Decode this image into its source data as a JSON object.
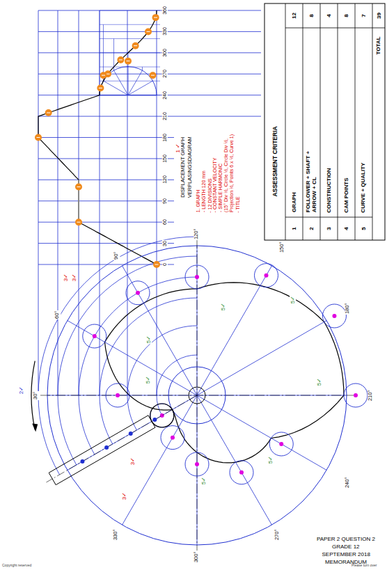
{
  "diagram": {
    "labels": [
      "ASSESSMENT CRITERIA",
      "1",
      "GRAPH",
      "12",
      "2",
      "FOLLOWER + SHAFT + ARROW + CL",
      "8",
      "3",
      "CONSTRUCTION",
      "4",
      "4",
      "CAM POINTS",
      "8",
      "5",
      "CURVE + QUALITY",
      "7",
      "TOTAL",
      "39",
      "DISPLACEMENT GRAPH",
      "VERPLASINGSDIAGRAM",
      "1. GRAPH",
      "- LENGTH 120 mm",
      "- 12 DIVISIONS",
      "- CONSTANT VELOCITY",
      "- SIMPLE HARMONIC",
      "(15° Div ½, Circle ½, Circle Div ½,",
      "Projection ½, Points 6 x ½, Curve 1)",
      "- TITLE",
      "0",
      "30",
      "60",
      "90",
      "120",
      "150",
      "180",
      "210",
      "240",
      "270",
      "300",
      "330",
      "360",
      "30°",
      "60°",
      "90°",
      "120°",
      "150°",
      "180°",
      "210°",
      "240°",
      "270°",
      "300°",
      "330°",
      "PAPER 2 QUESTION 2",
      "GRADE 12",
      "SEPTEMBER 2018",
      "MEMORANDUM",
      "Copyright reserved",
      "Please turn over",
      "2✓",
      "3✓",
      "3✓",
      "5✓",
      "5✓",
      "5✓",
      "5✓",
      "5✓",
      "5✓",
      "5✓",
      "3✓",
      "3✓",
      "1 ✓"
    ]
  }
}
